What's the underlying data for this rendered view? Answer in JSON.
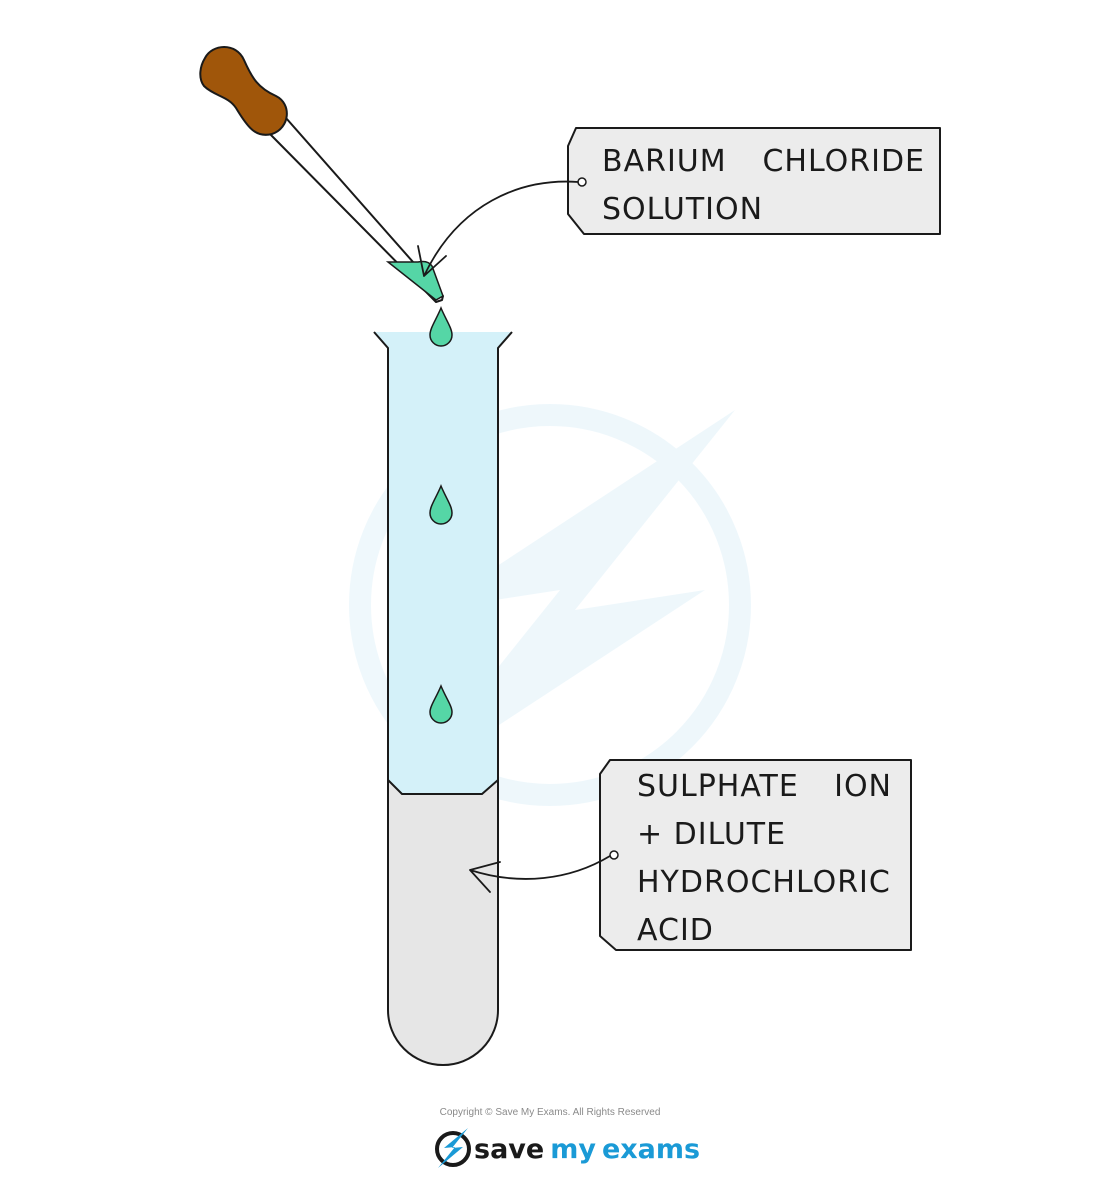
{
  "labels": {
    "reagent": {
      "line1a": "BARIUM",
      "line1b": "CHLORIDE",
      "line2": "SOLUTION"
    },
    "sample": {
      "line1a": "SULPHATE",
      "line1b": "ION",
      "line2": "+ DILUTE",
      "line3": "HYDROCHLORIC",
      "line4": "ACID"
    }
  },
  "footer": {
    "copyright": "Copyright © Save My Exams. All Rights Reserved",
    "brand_a": "save",
    "brand_b": "my",
    "brand_c": "exams"
  },
  "colors": {
    "bulb": "#a0560a",
    "drop": "#55d6a6",
    "solution": "#d4f1f9",
    "sample": "#e6e6e6",
    "label_bg": "#ececec",
    "brand": "#1a9ad6"
  },
  "icons": {
    "logo": "lightning-bolt-icon"
  }
}
